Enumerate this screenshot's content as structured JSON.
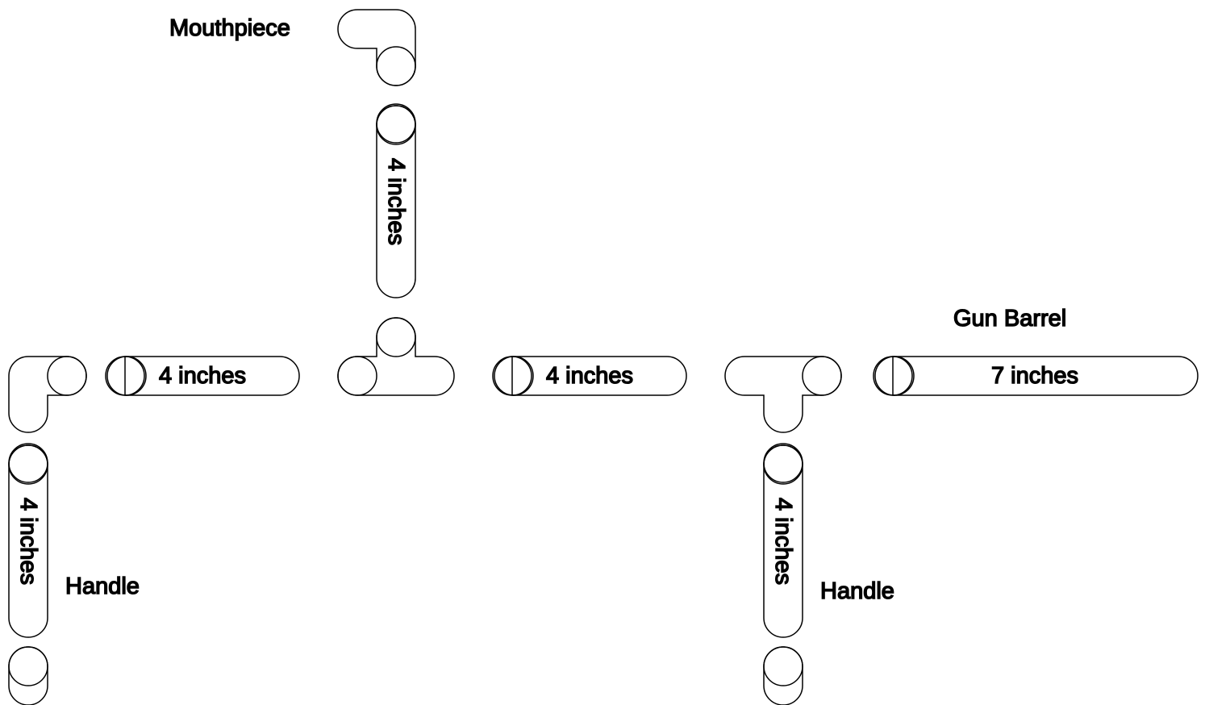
{
  "diagram": {
    "labels": {
      "mouthpiece": "Mouthpiece",
      "gun_barrel": "Gun Barrel",
      "handle_left": "Handle",
      "handle_right": "Handle"
    },
    "pipes": {
      "vertical_top": "4 inches",
      "left_horizontal": "4 inches",
      "middle_horizontal": "4 inches",
      "barrel": "7 inches",
      "left_handle": "4 inches",
      "right_handle": "4 inches"
    }
  }
}
